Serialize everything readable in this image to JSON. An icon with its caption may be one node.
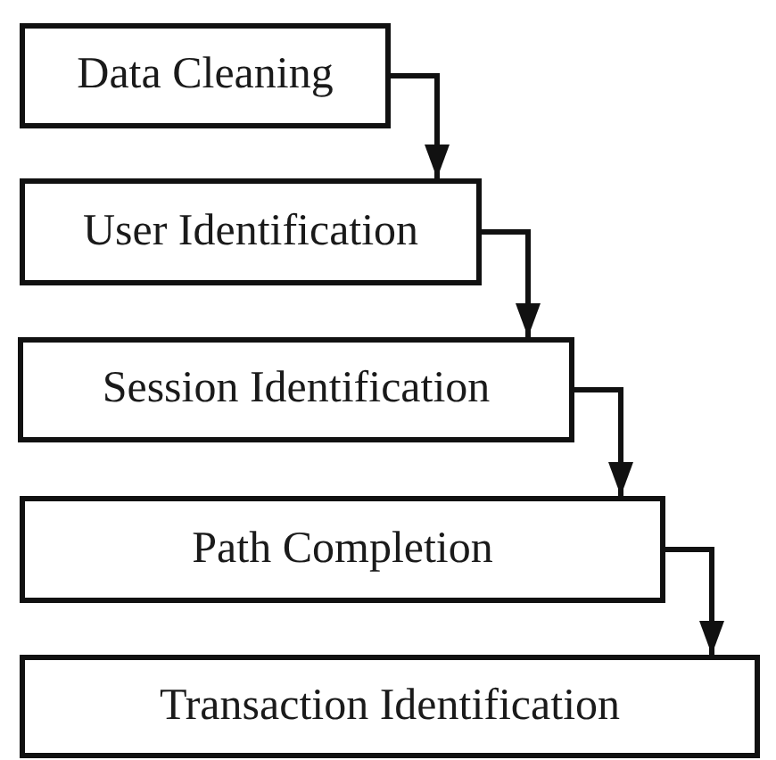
{
  "diagram": {
    "nodes": [
      {
        "text": [
          "Data Cleaning"
        ]
      },
      {
        "text": [
          "User Identification"
        ]
      },
      {
        "text": [
          "Session Identification"
        ]
      },
      {
        "text": [
          "Path Completion"
        ]
      },
      {
        "text": [
          "Transaction Identification"
        ]
      }
    ],
    "edges": [
      {
        "from": 0,
        "to": 1,
        "arrow": "to"
      },
      {
        "from": 1,
        "to": 2,
        "arrow": "to"
      },
      {
        "from": 2,
        "to": 3,
        "arrow": "to"
      },
      {
        "from": 3,
        "to": 4,
        "arrow": "to"
      }
    ]
  }
}
